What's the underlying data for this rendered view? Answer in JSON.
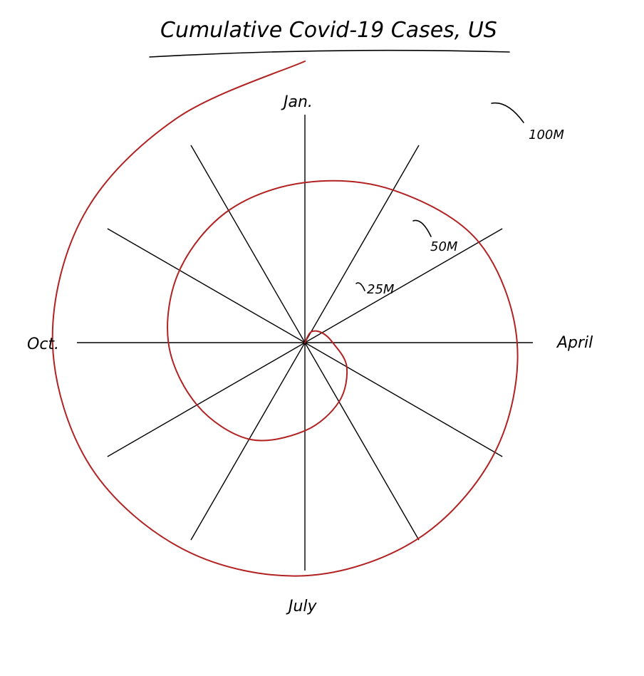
{
  "chart_data": {
    "type": "line",
    "subtype": "radial-spiral",
    "title": "Cumulative Covid-19 Cases, US",
    "axis_labels": {
      "top": "Jan.",
      "right": "April",
      "bottom": "July",
      "left": "Oct."
    },
    "ring_labels": [
      "25M",
      "50M",
      "100M"
    ],
    "ring_values": [
      25,
      50,
      100
    ],
    "value_unit": "M",
    "spokes": 12,
    "grid": true,
    "series": [
      {
        "color": "#b22222",
        "points": [
          {
            "month": 0,
            "value": 0
          },
          {
            "month": 1,
            "value": 0.2
          },
          {
            "month": 2,
            "value": 0.5
          },
          {
            "month": 3,
            "value": 1
          },
          {
            "month": 4,
            "value": 3
          },
          {
            "month": 5,
            "value": 6
          },
          {
            "month": 6,
            "value": 10
          },
          {
            "month": 7,
            "value": 16
          },
          {
            "month": 8,
            "value": 20
          },
          {
            "month": 9,
            "value": 24
          },
          {
            "month": 10,
            "value": 27
          },
          {
            "month": 11,
            "value": 30
          },
          {
            "month": 12,
            "value": 33
          },
          {
            "month": 13,
            "value": 40
          },
          {
            "month": 14,
            "value": 52
          },
          {
            "month": 15,
            "value": 58
          },
          {
            "month": 16,
            "value": 62
          },
          {
            "month": 17,
            "value": 66
          },
          {
            "month": 18,
            "value": 70
          },
          {
            "month": 19,
            "value": 74
          },
          {
            "month": 20,
            "value": 79
          },
          {
            "month": 21,
            "value": 82
          },
          {
            "month": 22,
            "value": 84
          },
          {
            "month": 23,
            "value": 86
          },
          {
            "month": 24,
            "value": 102
          }
        ]
      }
    ]
  }
}
